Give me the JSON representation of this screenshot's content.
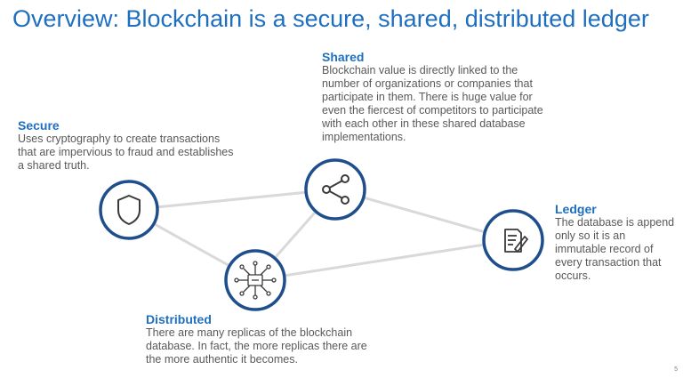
{
  "slide": {
    "title": "Overview: Blockchain is a secure, shared, distributed ledger",
    "slide_number": "5"
  },
  "nodes": {
    "secure": {
      "heading": "Secure",
      "body": "Uses cryptography to create transactions that are impervious to fraud and establishes a shared truth.",
      "icon": "shield-icon"
    },
    "shared": {
      "heading": "Shared",
      "body": "Blockchain value is directly linked to the number of organizations or companies that participate in them. There is huge value for even the fiercest of competitors to participate with each other in these shared database implementations.",
      "icon": "share-icon"
    },
    "ledger": {
      "heading": "Ledger",
      "body": "The database is append only so it is an immutable record of every transaction that occurs.",
      "icon": "document-edit-icon"
    },
    "distributed": {
      "heading": "Distributed",
      "body": "There are many replicas of the blockchain database. In fact, the more replicas there are the more authentic it becomes.",
      "icon": "network-hub-icon"
    }
  },
  "colors": {
    "accent": "#1f6fbf",
    "node_ring": "#1f4e8c",
    "connector": "#d9d9d9",
    "icon": "#3a3a3a",
    "body_text": "#595959"
  }
}
